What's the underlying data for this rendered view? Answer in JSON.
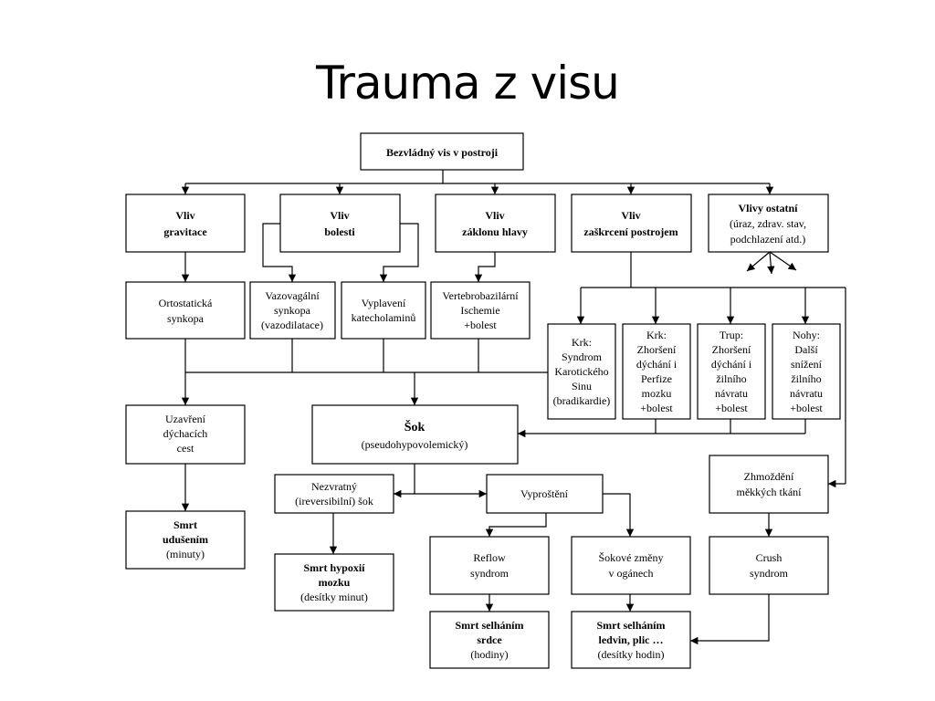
{
  "title": "Trauma z visu",
  "nodes": {
    "root": [
      "Bezvládný vis v postroji"
    ],
    "gravitace": [
      "Vliv",
      "gravitace"
    ],
    "bolesti": [
      "Vliv",
      "bolesti"
    ],
    "zaklon": [
      "Vliv",
      "záklonu hlavy"
    ],
    "zaskrceni": [
      "Vliv",
      "zaškrcení postrojem"
    ],
    "ostatni": [
      "Vlivy ostatní",
      "(úraz, zdrav. stav,",
      "podchlazení atd.)"
    ],
    "ortostaticka": [
      "Ortostatická",
      "synkopa"
    ],
    "vazovagalni": [
      "Vazovagální",
      "synkopa",
      "(vazodilatace)"
    ],
    "vyplaveni": [
      "Vyplavení",
      "katecholaminů"
    ],
    "vertebro": [
      "Vertebrobazilární",
      "Ischemie",
      "+bolest"
    ],
    "krk1": [
      "Krk:",
      "Syndrom",
      "Karotického",
      "Sinu",
      "(bradikardie)"
    ],
    "krk2": [
      "Krk:",
      "Zhoršení",
      "dýchání i",
      "Perfize",
      "mozku",
      "+bolest"
    ],
    "trup": [
      "Trup:",
      "Zhoršení",
      "dýchání i",
      "žilního",
      "návratu",
      "+bolest"
    ],
    "nohy": [
      "Nohy:",
      "Další",
      "snížení",
      "žilního",
      "návratu",
      "+bolest"
    ],
    "uzavreni": [
      "Uzavření",
      "dýchacích",
      "cest"
    ],
    "sok": [
      "Šok",
      "(pseudohypovolemický)"
    ],
    "nezvratny": [
      "Nezvratný",
      "(ireversibilní) šok"
    ],
    "vyprosteni": [
      "Vyproštění"
    ],
    "zhmozdeni": [
      "Zhmoždění",
      "měkkých tkání"
    ],
    "smrt_uduseni": [
      "Smrt",
      "udušením",
      "(minuty)"
    ],
    "smrt_hypoxii": [
      "Smrt hypoxií",
      "mozku",
      "(desítky minut)"
    ],
    "reflow": [
      "Reflow",
      "syndrom"
    ],
    "sokove": [
      "Šokové změny",
      "v ogánech"
    ],
    "crush": [
      "Crush",
      "syndrom"
    ],
    "smrt_srdce": [
      "Smrt selháním",
      "srdce",
      "(hodiny)"
    ],
    "smrt_ledvin": [
      "Smrt selháním",
      "ledvin, plic …",
      "(desítky hodin)"
    ]
  }
}
